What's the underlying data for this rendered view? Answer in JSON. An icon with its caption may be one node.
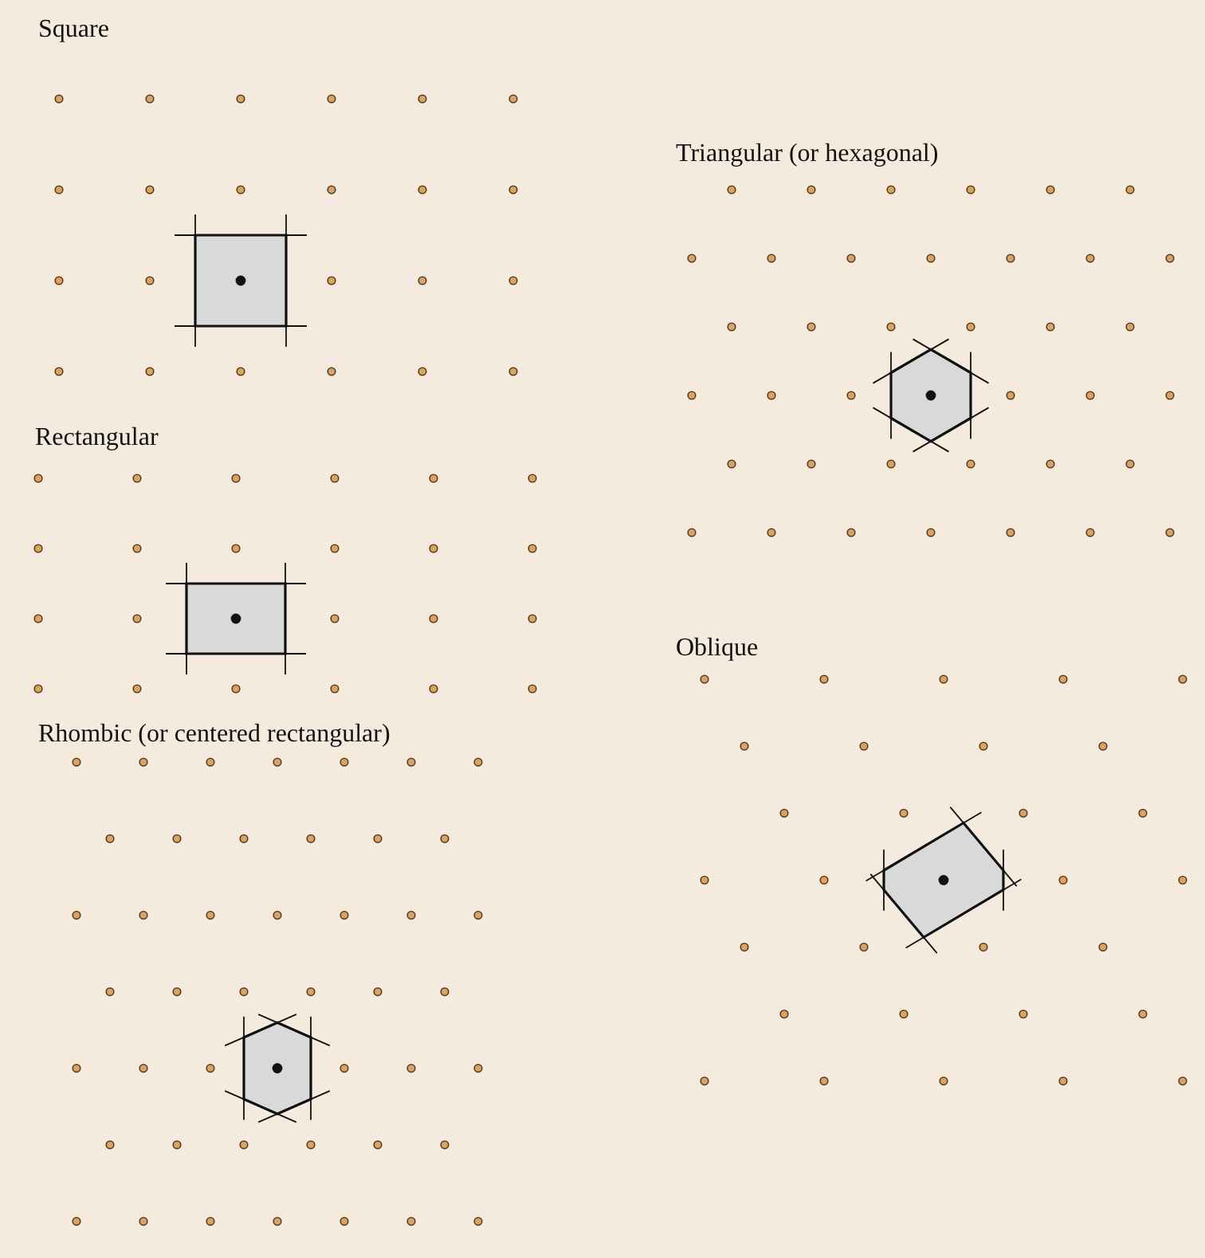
{
  "diagram": {
    "labels": [
      "Square",
      "Triangular (or hexagonal)",
      "Rectangular",
      "Oblique",
      "Rhombic (or centered rectangular)"
    ]
  }
}
